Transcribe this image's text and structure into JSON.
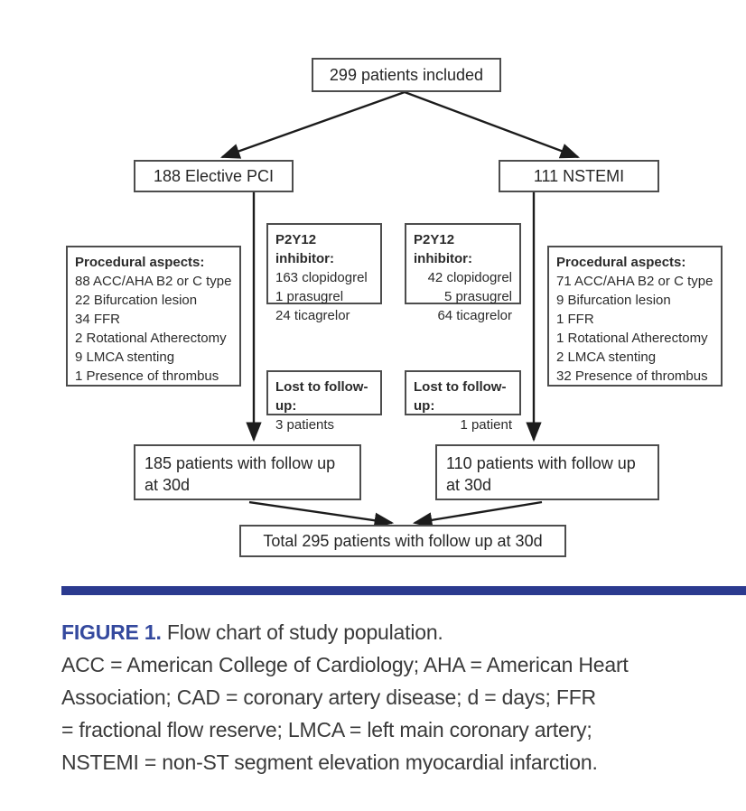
{
  "flowchart": {
    "top_box": "299 patients included",
    "left_branch": "188 Elective PCI",
    "right_branch": "111 NSTEMI",
    "proc_left": {
      "title": "Procedural aspects:",
      "lines": [
        "88 ACC/AHA B2 or C type",
        "22 Bifurcation lesion",
        "34 FFR",
        "2 Rotational Atherectomy",
        "9 LMCA stenting",
        "1 Presence of thrombus"
      ]
    },
    "p2y12_left": {
      "title": "P2Y12 inhibitor:",
      "lines": [
        "163 clopidogrel",
        "1 prasugrel",
        "24 ticagrelor"
      ]
    },
    "p2y12_right": {
      "title": "P2Y12 inhibitor:",
      "lines": [
        "42 clopidogrel",
        "5 prasugrel",
        "64 ticagrelor"
      ]
    },
    "proc_right": {
      "title": "Procedural aspects:",
      "lines": [
        "71 ACC/AHA B2 or C type",
        "9 Bifurcation lesion",
        "1 FFR",
        "1 Rotational Atherectomy",
        "2 LMCA stenting",
        "32 Presence of thrombus"
      ]
    },
    "lost_left": {
      "title": "Lost to follow-up:",
      "value": "3 patients"
    },
    "lost_right": {
      "title": "Lost to follow-up:",
      "value": "1 patient"
    },
    "followup_left": {
      "line1": "185 patients with follow up",
      "line2": "at 30d"
    },
    "followup_right": {
      "line1": "110 patients with follow up",
      "line2": "at 30d"
    },
    "total_box": "Total 295 patients with follow up at 30d"
  },
  "caption": {
    "label": "FIGURE 1.",
    "title": " Flow chart of study population.",
    "lines": [
      "ACC = American College of Cardiology; AHA = American Heart",
      "Association; CAD = coronary artery disease; d = days; FFR",
      "= fractional flow reserve; LMCA = left main coronary artery;",
      "NSTEMI = non-ST segment elevation myocardial infarction."
    ]
  },
  "colors": {
    "rule": "#2b3a8f",
    "figure_label": "#34499e",
    "arrow": "#1c1c1c",
    "border": "#4d4d4d"
  }
}
